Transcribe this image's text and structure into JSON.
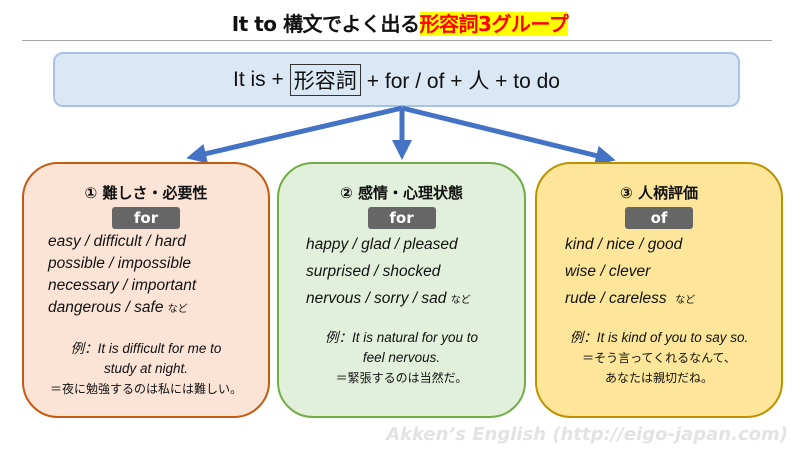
{
  "title": {
    "main": "It to 構文でよく出る",
    "highlight": "形容詞3グループ"
  },
  "formula": {
    "part1": "It is +",
    "boxed": "形容詞",
    "part2": "+ for / of + 人 + to do"
  },
  "groups": [
    {
      "title": "① 難しさ・必要性",
      "prep": "for",
      "words": [
        "easy / difficult / hard",
        "possible / impossible",
        "necessary / important",
        "dangerous / safe"
      ],
      "etc": "など",
      "example_label": "例：",
      "example_en1": "It is difficult for me to",
      "example_en2": "study at night.",
      "example_ja1": "＝夜に勉強するのは私には難しい。",
      "example_ja2": ""
    },
    {
      "title": "② 感情・心理状態",
      "prep": "for",
      "words": [
        "happy / glad / pleased",
        "surprised / shocked",
        "nervous / sorry / sad"
      ],
      "etc": "など",
      "example_label": "例：",
      "example_en1": "It is natural for you to",
      "example_en2": "feel nervous.",
      "example_ja1": "＝緊張するのは当然だ。",
      "example_ja2": ""
    },
    {
      "title": "③ 人柄評価",
      "prep": "of",
      "words": [
        "kind / nice / good",
        "wise / clever",
        "rude / careless"
      ],
      "etc": "など",
      "example_label": "例：",
      "example_en1": "It is kind of you to say so.",
      "example_en2": "",
      "example_ja1": "＝そう言ってくれるなんて、",
      "example_ja2": "あなたは親切だね。"
    }
  ],
  "watermark": "Akken’s English (http://eigo-japan.com)",
  "colors": {
    "arrow": "#4472c4",
    "highlight_bg": "#ffff00",
    "highlight_text": "#ff0000"
  }
}
